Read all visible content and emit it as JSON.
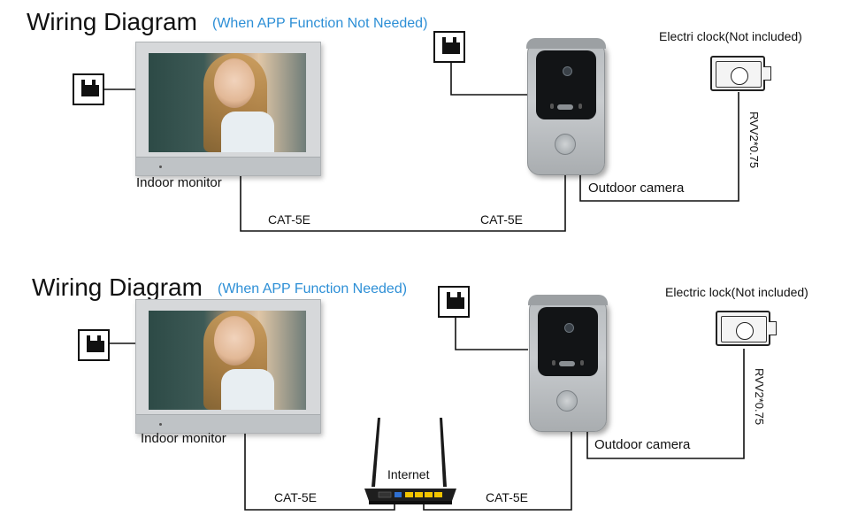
{
  "section1": {
    "title": "Wiring Diagram",
    "subtitle": "(When APP Function Not Needed)",
    "labels": {
      "indoor_monitor": "Indoor monitor",
      "outdoor_camera": "Outdoor camera",
      "lock": "Electri clock(Not included)",
      "cable_left": "CAT-5E",
      "cable_right": "CAT-5E",
      "lock_cable": "RVV2*0.75"
    }
  },
  "section2": {
    "title": "Wiring Diagram",
    "subtitle": "(When APP Function Needed)",
    "labels": {
      "indoor_monitor": "Indoor monitor",
      "outdoor_camera": "Outdoor camera",
      "lock": "Electric lock(Not included)",
      "cable_left": "CAT-5E",
      "cable_right": "CAT-5E",
      "lock_cable": "RVV2*0.75",
      "internet": "Internet"
    }
  },
  "colors": {
    "subtitle": "#2d8fd6",
    "wire": "#111111",
    "router_port_blue": "#2f6fd0",
    "router_port_yellow": "#f2c400"
  }
}
